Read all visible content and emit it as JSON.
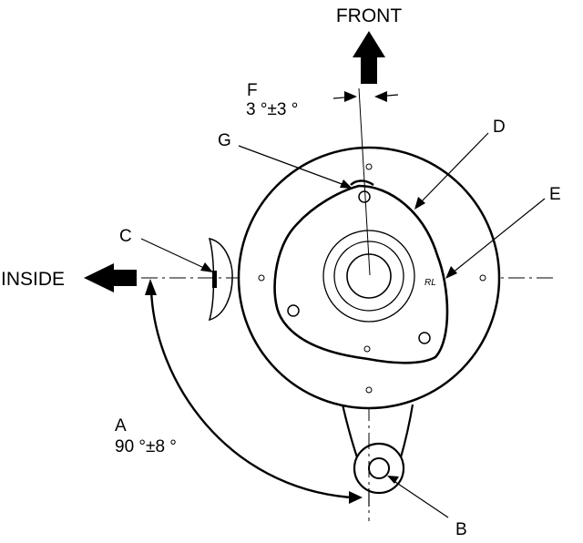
{
  "labels": {
    "front": "FRONT",
    "inside": "INSIDE",
    "a_letter": "A",
    "a_value": "90 °±8 °",
    "b": "B",
    "c": "C",
    "d": "D",
    "e": "E",
    "f_letter": "F",
    "f_value": "3 °±3 °",
    "g": "G",
    "rl_mark": "RL"
  },
  "colors": {
    "line": "#000000",
    "background": "#ffffff"
  }
}
